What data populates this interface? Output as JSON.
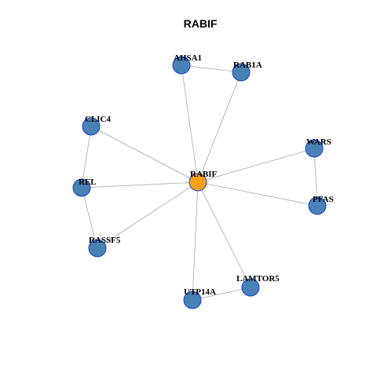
{
  "title": "RABIF",
  "colors": {
    "hub": "#f5a016",
    "node": "#4682b4",
    "node_border": "#1d3fd0",
    "edge": "#a9a9a9"
  },
  "nodes": [
    {
      "id": "RABIF",
      "label": "RABIF",
      "hub": true
    },
    {
      "id": "AHSA1",
      "label": "AHSA1"
    },
    {
      "id": "RAB1A",
      "label": "RAB1A"
    },
    {
      "id": "CLIC4",
      "label": "CLIC4"
    },
    {
      "id": "WARS",
      "label": "WARS"
    },
    {
      "id": "REL",
      "label": "REL"
    },
    {
      "id": "PFAS",
      "label": "PFAS"
    },
    {
      "id": "RASSF5",
      "label": "RASSF5"
    },
    {
      "id": "LAMTOR5",
      "label": "LAMTOR5"
    },
    {
      "id": "UTP14A",
      "label": "UTP14A"
    }
  ],
  "edges": [
    [
      "RABIF",
      "AHSA1"
    ],
    [
      "RABIF",
      "RAB1A"
    ],
    [
      "AHSA1",
      "RAB1A"
    ],
    [
      "RABIF",
      "CLIC4"
    ],
    [
      "RABIF",
      "WARS"
    ],
    [
      "RABIF",
      "REL"
    ],
    [
      "RABIF",
      "PFAS"
    ],
    [
      "RABIF",
      "RASSF5"
    ],
    [
      "RABIF",
      "LAMTOR5"
    ],
    [
      "RABIF",
      "UTP14A"
    ],
    [
      "CLIC4",
      "REL"
    ],
    [
      "REL",
      "RASSF5"
    ],
    [
      "WARS",
      "PFAS"
    ],
    [
      "LAMTOR5",
      "UTP14A"
    ]
  ]
}
